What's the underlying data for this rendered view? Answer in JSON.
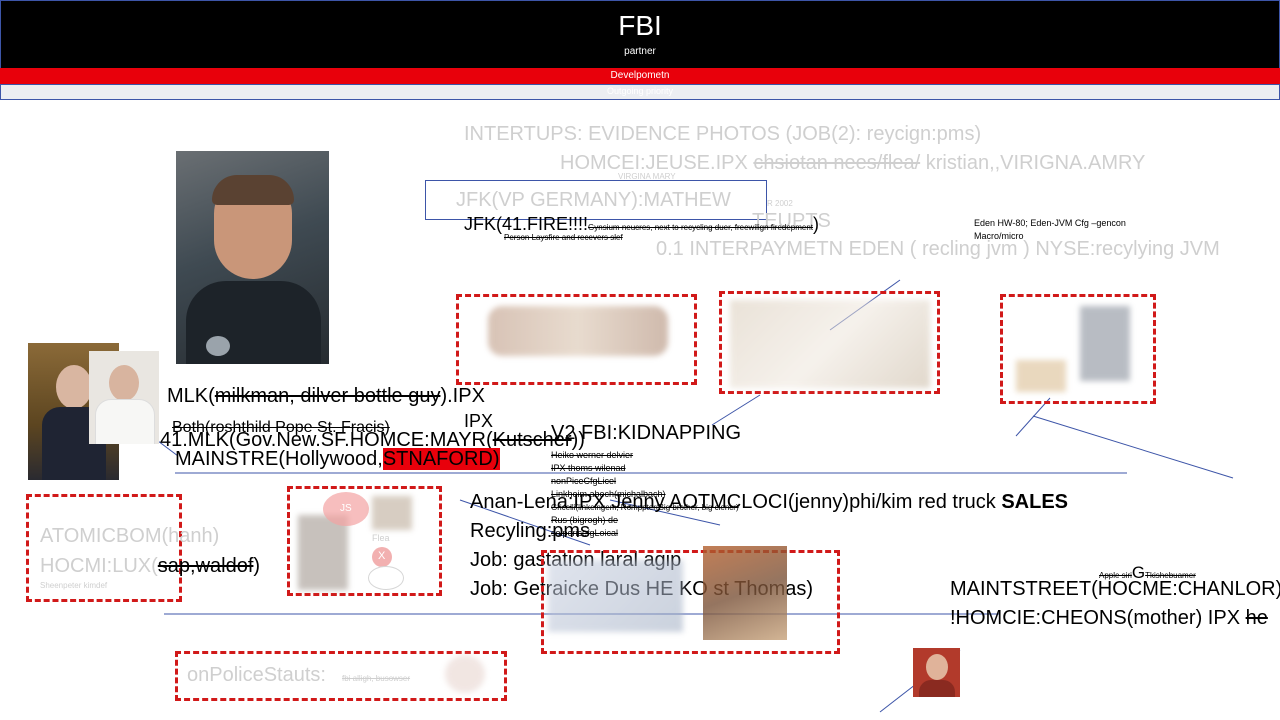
{
  "header": {
    "title": "FBI",
    "subtitle": "partner"
  },
  "redbar": {
    "label": "Develpometn"
  },
  "greybar": {
    "label": "Outgoing priority"
  },
  "top_faint": {
    "line1": "INTERTUPS: EVIDENCE PHOTOS (JOB(2): reycign:pms)",
    "line2_a": "HOMCEI:JEUSE.IPX",
    "line2_b": "chsiotan nees/flea/",
    "line2_c": "kristian,,VIRIGNA.AMRY",
    "small_virgina": "VIRGINA MARY",
    "small_ar": "R 2002",
    "line4": "0.1 INTERPAYMETN EDEN ( recling jvm ) NYSE:recylying JVM"
  },
  "jfk_box": {
    "label": "JFK(VP GERMANY):MATHEW"
  },
  "jfk_fire": {
    "prefix": "JFK(41.FIRE!!!!",
    "note": "Gynsium neucres, next to recycling duer, freewilign firedepment",
    "suffix": ")",
    "sub": "Person Laysfire and recevers slef",
    "faint": "TEUPTS"
  },
  "eden_note": {
    "line1": "Eden HW-80; Eden-JVM Cfg –gencon",
    "line2": "Macro/micro"
  },
  "mlk": {
    "prefix": "MLK(",
    "struck": "milkman, dilver bottle guy",
    "suffix": ").IPX",
    "both": "Both(roshthild Pope St. Fracis)",
    "ipx": "IPX",
    "gov_prefix": "41.MLK(Gov.New.SF.HOMCE:MAYR(",
    "gov_struck": "Kutscher",
    "gov_suffix": "))",
    "mainstre_prefix": "MAINSTRE(Hollywood,",
    "mainstre_red": "STNAFORD)"
  },
  "v2": {
    "title": "V2 FBI:KIDNAPPING",
    "items": [
      "Heiko werner delvier",
      "IPX thoms wilenad",
      "nonPiceCfgLicel",
      "Linkheim abech(michalbach)",
      "Gricelli(linkeingem, Romppter(Big brother, big clencr)",
      "Rus (bigrogh) de",
      "solpericefgLoical"
    ]
  },
  "anan": {
    "line1": "Anan-Lena:IPX Jenny AOTMCLOCI(jenny)phi/kim red truck ",
    "line1_bold": "SALES",
    "line2": "Recyling:pms",
    "line3": "Job: gastation laral agip",
    "line4": "Job: Getraicke Dus    HE    KO st Thomas)"
  },
  "atomic": {
    "line1": "ATOMICBOM(hanh)",
    "line2_prefix": "HOCMI:LUX(",
    "line2_struck": "sap,waldof",
    "line2_suffix": ")",
    "line3": "Sheenpeter kimdef"
  },
  "mini_labels": {
    "js": "JS",
    "flea": "Flea",
    "x": "X"
  },
  "right": {
    "apple": "Apple siri",
    "apple_g": "G",
    "apple_tail": "Tkishebuamer",
    "line1": "MAINTSTREET(HOCME:CHANLOR)",
    "line2_prefix": "!HOMCIE:CHEONS(mother) IPX ",
    "line2_struck": "he"
  },
  "police": {
    "label": "onPoliceStauts:",
    "small": "fbi alligh, busowser"
  },
  "colors": {
    "red": "#e8000b",
    "dash": "#d11919",
    "line": "#3d55a8",
    "faint": "#cfcfcf"
  }
}
